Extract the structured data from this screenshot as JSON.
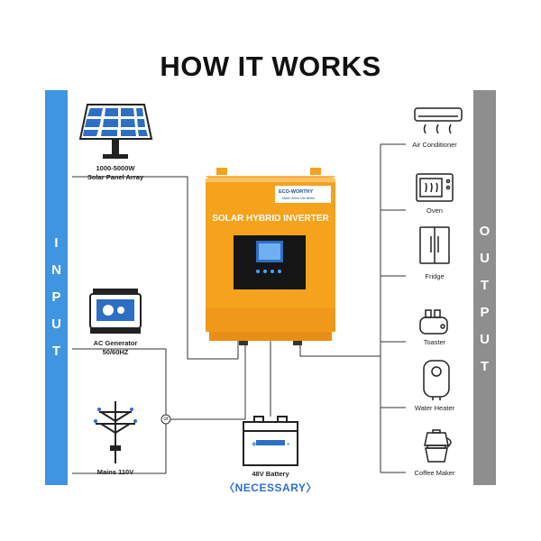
{
  "title": "HOW IT WORKS",
  "input_bar": {
    "letters": [
      "I",
      "N",
      "P",
      "U",
      "T"
    ]
  },
  "output_bar": {
    "letters": [
      "O",
      "U",
      "T",
      "P",
      "U",
      "T"
    ]
  },
  "inputs": {
    "solar": "1000-5000W\nSolar Panel Array",
    "generator": "AC Generator\n50/60HZ",
    "mains": "Mains 110V",
    "or": "or"
  },
  "inverter": {
    "brand": "ECO-WORTHY",
    "brand_sub": "Make Green Life Better",
    "label": "SOLAR HYBRID INVERTER"
  },
  "battery": {
    "label": "48V Battery",
    "necessary": "〈NECESSARY〉"
  },
  "outputs": [
    {
      "label": "Air Conditioner",
      "icon": "air-conditioner-icon"
    },
    {
      "label": "Oven",
      "icon": "oven-icon"
    },
    {
      "label": "Fridge",
      "icon": "fridge-icon"
    },
    {
      "label": "Toaster",
      "icon": "toaster-icon"
    },
    {
      "label": "Water Heater",
      "icon": "water-heater-icon"
    },
    {
      "label": "Coffee Maker",
      "icon": "coffee-maker-icon"
    }
  ],
  "colors": {
    "input": "#3f95e0",
    "output": "#8e8e8e",
    "inverter": "#f5a21c",
    "wire": "#333333"
  }
}
